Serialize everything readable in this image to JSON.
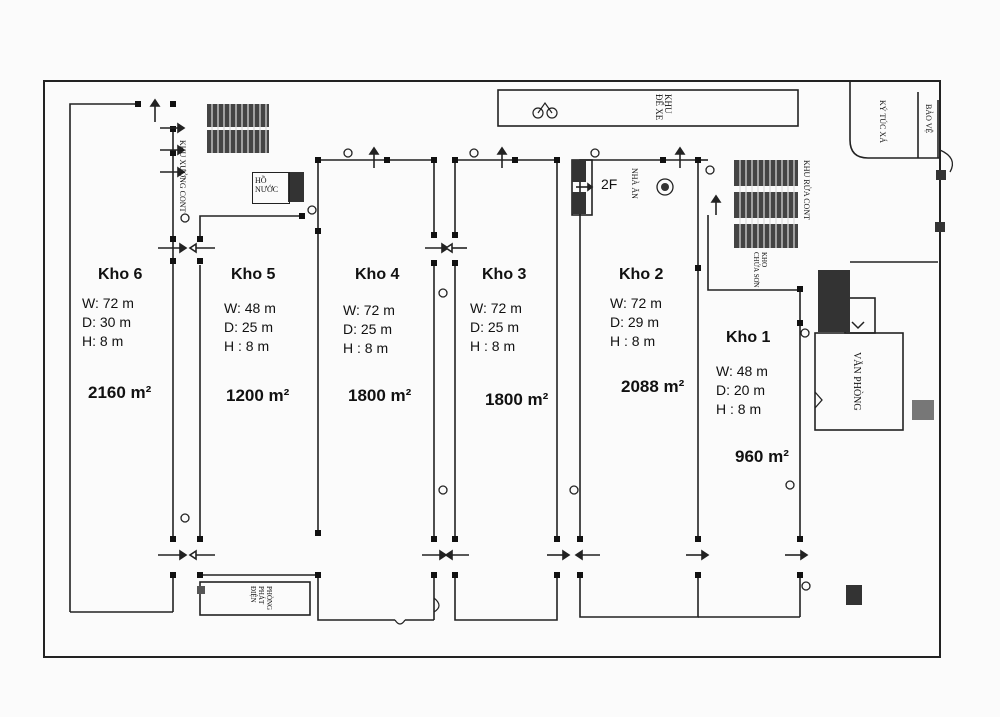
{
  "warehouses": [
    {
      "name": "Kho 6",
      "w": "W: 72 m",
      "d": "D: 30 m",
      "h": "H: 8 m",
      "area": "2160 m²"
    },
    {
      "name": "Kho 5",
      "w": "W: 48 m",
      "d": "D:  25 m",
      "h": "H :  8 m",
      "area": "1200 m²"
    },
    {
      "name": "Kho 4",
      "w": "W:  72 m",
      "d": "D:  25 m",
      "h": "H : 8 m",
      "area": "1800 m²"
    },
    {
      "name": "Kho 3",
      "w": "W: 72 m",
      "d": "D:  25 m",
      "h": "H : 8 m",
      "area": "1800 m²"
    },
    {
      "name": "Kho 2",
      "w": "W: 72 m",
      "d": "D:  29 m",
      "h": "H :  8 m",
      "area": "2088 m²"
    },
    {
      "name": "Kho 1",
      "w": "W: 48 m",
      "d": "D:  20 m",
      "h": "H : 8 m",
      "area": "960 m²"
    }
  ],
  "facilities": {
    "xuong_cont": "KHU XƯỞNG CONT",
    "ho_nuoc": "HỒ NƯỚC",
    "khu_de_xe": "KHU ĐỂ XE",
    "nha_an": "NHÀ ĂN",
    "floor_2f": "2F",
    "khu_rua_cont": "KHU RỬA CONT",
    "kho_chua_son": "KHO CHỨA SƠN",
    "van_phong": "VĂN PHÒNG",
    "ky_tuc_xa": "KÝ TÚC XÁ",
    "bao_ve": "BẢO VỆ",
    "phong_phat_dien": "PHÒNG PHÁT ĐIỆN"
  }
}
